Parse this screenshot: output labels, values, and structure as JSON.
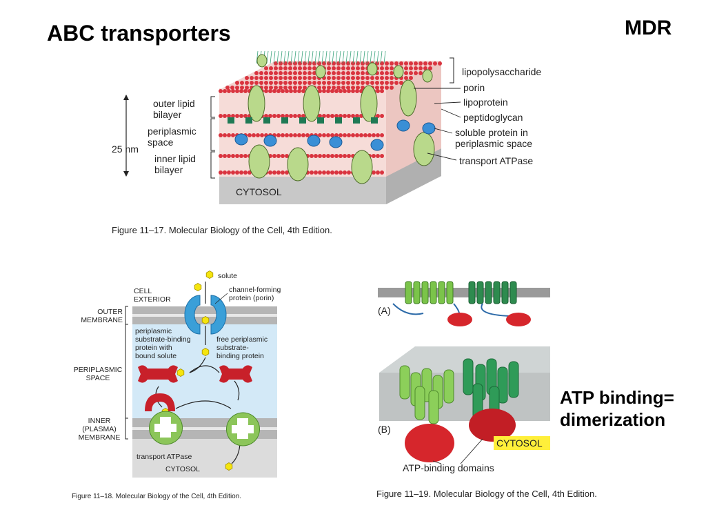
{
  "slide": {
    "title": "ABC transporters",
    "corner_label": "MDR",
    "note_line1": "ATP binding=",
    "note_line2": "dimerization"
  },
  "fig1": {
    "caption": "Figure 11–17. Molecular Biology of the Cell, 4th Edition.",
    "left_labels": {
      "outer_l1": "outer lipid",
      "outer_l2": "bilayer",
      "peri_l1": "periplasmic",
      "peri_l2": "space",
      "inner_l1": "inner lipid",
      "inner_l2": "bilayer",
      "scale": "25 nm"
    },
    "right_labels": {
      "lps": "lipopolysaccharide",
      "porin": "porin",
      "lipoprotein": "lipoprotein",
      "peptidoglycan": "peptidoglycan",
      "soluble_l1": "soluble protein in",
      "soluble_l2": "periplasmic space",
      "atpase": "transport ATPase"
    },
    "cytosol": "CYTOSOL"
  },
  "fig2": {
    "caption": "Figure 11–18. Molecular Biology of the Cell, 4th Edition.",
    "solute": "solute",
    "cell_exterior_l1": "CELL",
    "cell_exterior_l2": "EXTERIOR",
    "channel_l1": "channel-forming",
    "channel_l2": "protein (porin)",
    "outer_membrane_l1": "OUTER",
    "outer_membrane_l2": "MEMBRANE",
    "bound_l1": "periplasmic",
    "bound_l2": "substrate-binding",
    "bound_l3": "protein with",
    "bound_l4": "bound solute",
    "free_l1": "free periplasmic",
    "free_l2": "substrate-",
    "free_l3": "binding protein",
    "periplasmic_l1": "PERIPLASMIC",
    "periplasmic_l2": "SPACE",
    "inner_l1": "INNER",
    "inner_l2": "(PLASMA)",
    "inner_l3": "MEMBRANE",
    "atpase": "transport ATPase",
    "cytosol": "CYTOSOL"
  },
  "fig3": {
    "caption": "Figure 11–19. Molecular Biology of the Cell, 4th Edition.",
    "panel_a": "(A)",
    "panel_b": "(B)",
    "cytosol": "CYTOSOL",
    "atp_domains": "ATP-binding domains"
  },
  "colors": {
    "lipid_head": "#d9343f",
    "porin_green": "#b9d98b",
    "peptidoglycan": "#1f7a55",
    "soluble_blue": "#3a8fd6",
    "membrane_gray": "#9a9a9a",
    "periplasm_blue": "#d3e9f7",
    "binding_red": "#c8202a",
    "solute_yellow": "#f5e50f",
    "atpase_green": "#8cc55a",
    "cytosol_yellow": "#ffef3a"
  }
}
